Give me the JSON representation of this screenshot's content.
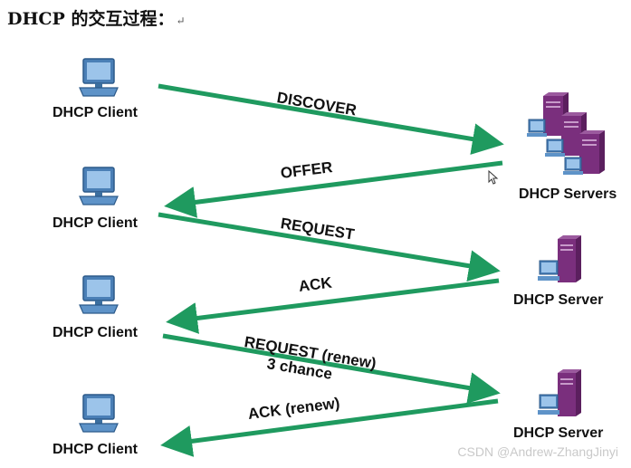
{
  "title": "DHCP 的交互过程：",
  "return_mark": "↵",
  "rows": [
    {
      "client_label": "DHCP Client",
      "server_label": "DHCP Servers",
      "messages": [
        "DISCOVER",
        "OFFER"
      ]
    },
    {
      "client_label": "DHCP Client",
      "server_label": "DHCP Server",
      "messages": [
        "REQUEST",
        "ACK"
      ]
    },
    {
      "client_label": "DHCP Client",
      "server_label": "DHCP Server",
      "messages": [
        "REQUEST (renew)",
        "3 chance",
        "ACK (renew)"
      ]
    },
    {
      "client_label": "DHCP Client"
    }
  ],
  "watermark": "CSDN @Andrew-ZhangJinyi",
  "colors": {
    "arrow": "#1f9a5f",
    "computer": "#4a7fb6",
    "server": "#7a2f7d"
  },
  "icons": {
    "client": "desktop-computer-icon",
    "server": "server-tower-icon",
    "cursor": "mouse-pointer-icon"
  }
}
